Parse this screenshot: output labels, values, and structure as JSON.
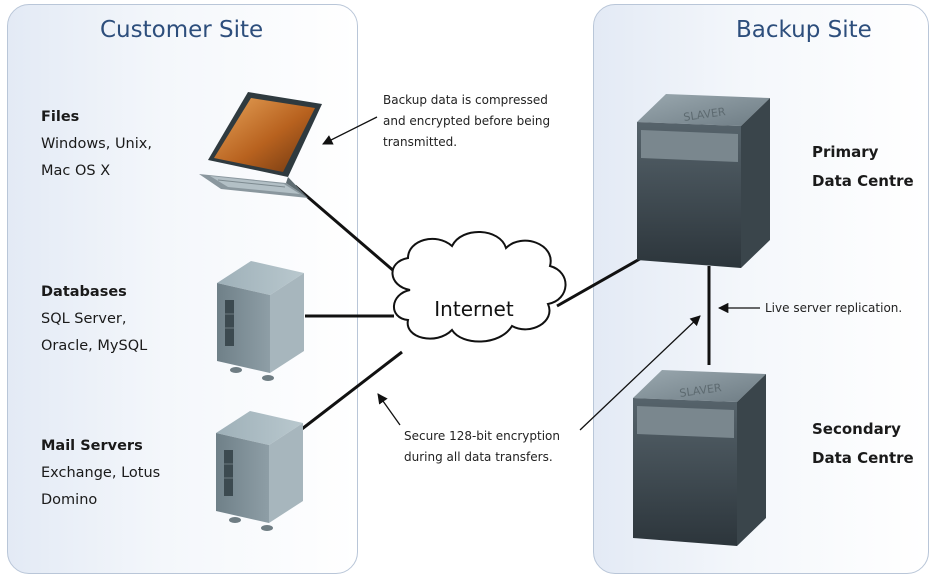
{
  "customer_site": {
    "title": "Customer Site",
    "files": {
      "heading": "Files",
      "line1": "Windows, Unix,",
      "line2": "Mac OS X"
    },
    "databases": {
      "heading": "Databases",
      "line1": "SQL Server,",
      "line2": "Oracle, MySQL"
    },
    "mail": {
      "heading": "Mail Servers",
      "line1": "Exchange, Lotus",
      "line2": "Domino"
    }
  },
  "backup_site": {
    "title": "Backup Site",
    "primary": {
      "line1": "Primary",
      "line2": "Data Centre"
    },
    "secondary": {
      "line1": "Secondary",
      "line2": "Data Centre"
    },
    "server_brand": "SLAVER"
  },
  "cloud": {
    "label": "Internet"
  },
  "notes": {
    "compression": [
      "Backup data is compressed",
      "and encrypted before being",
      "transmitted."
    ],
    "encryption": [
      "Secure 128-bit encryption",
      "during all data transfers."
    ],
    "replication": "Live server replication."
  },
  "colors": {
    "title": "#2d4e7c",
    "line": "#111111",
    "server": "#3d4a52"
  }
}
